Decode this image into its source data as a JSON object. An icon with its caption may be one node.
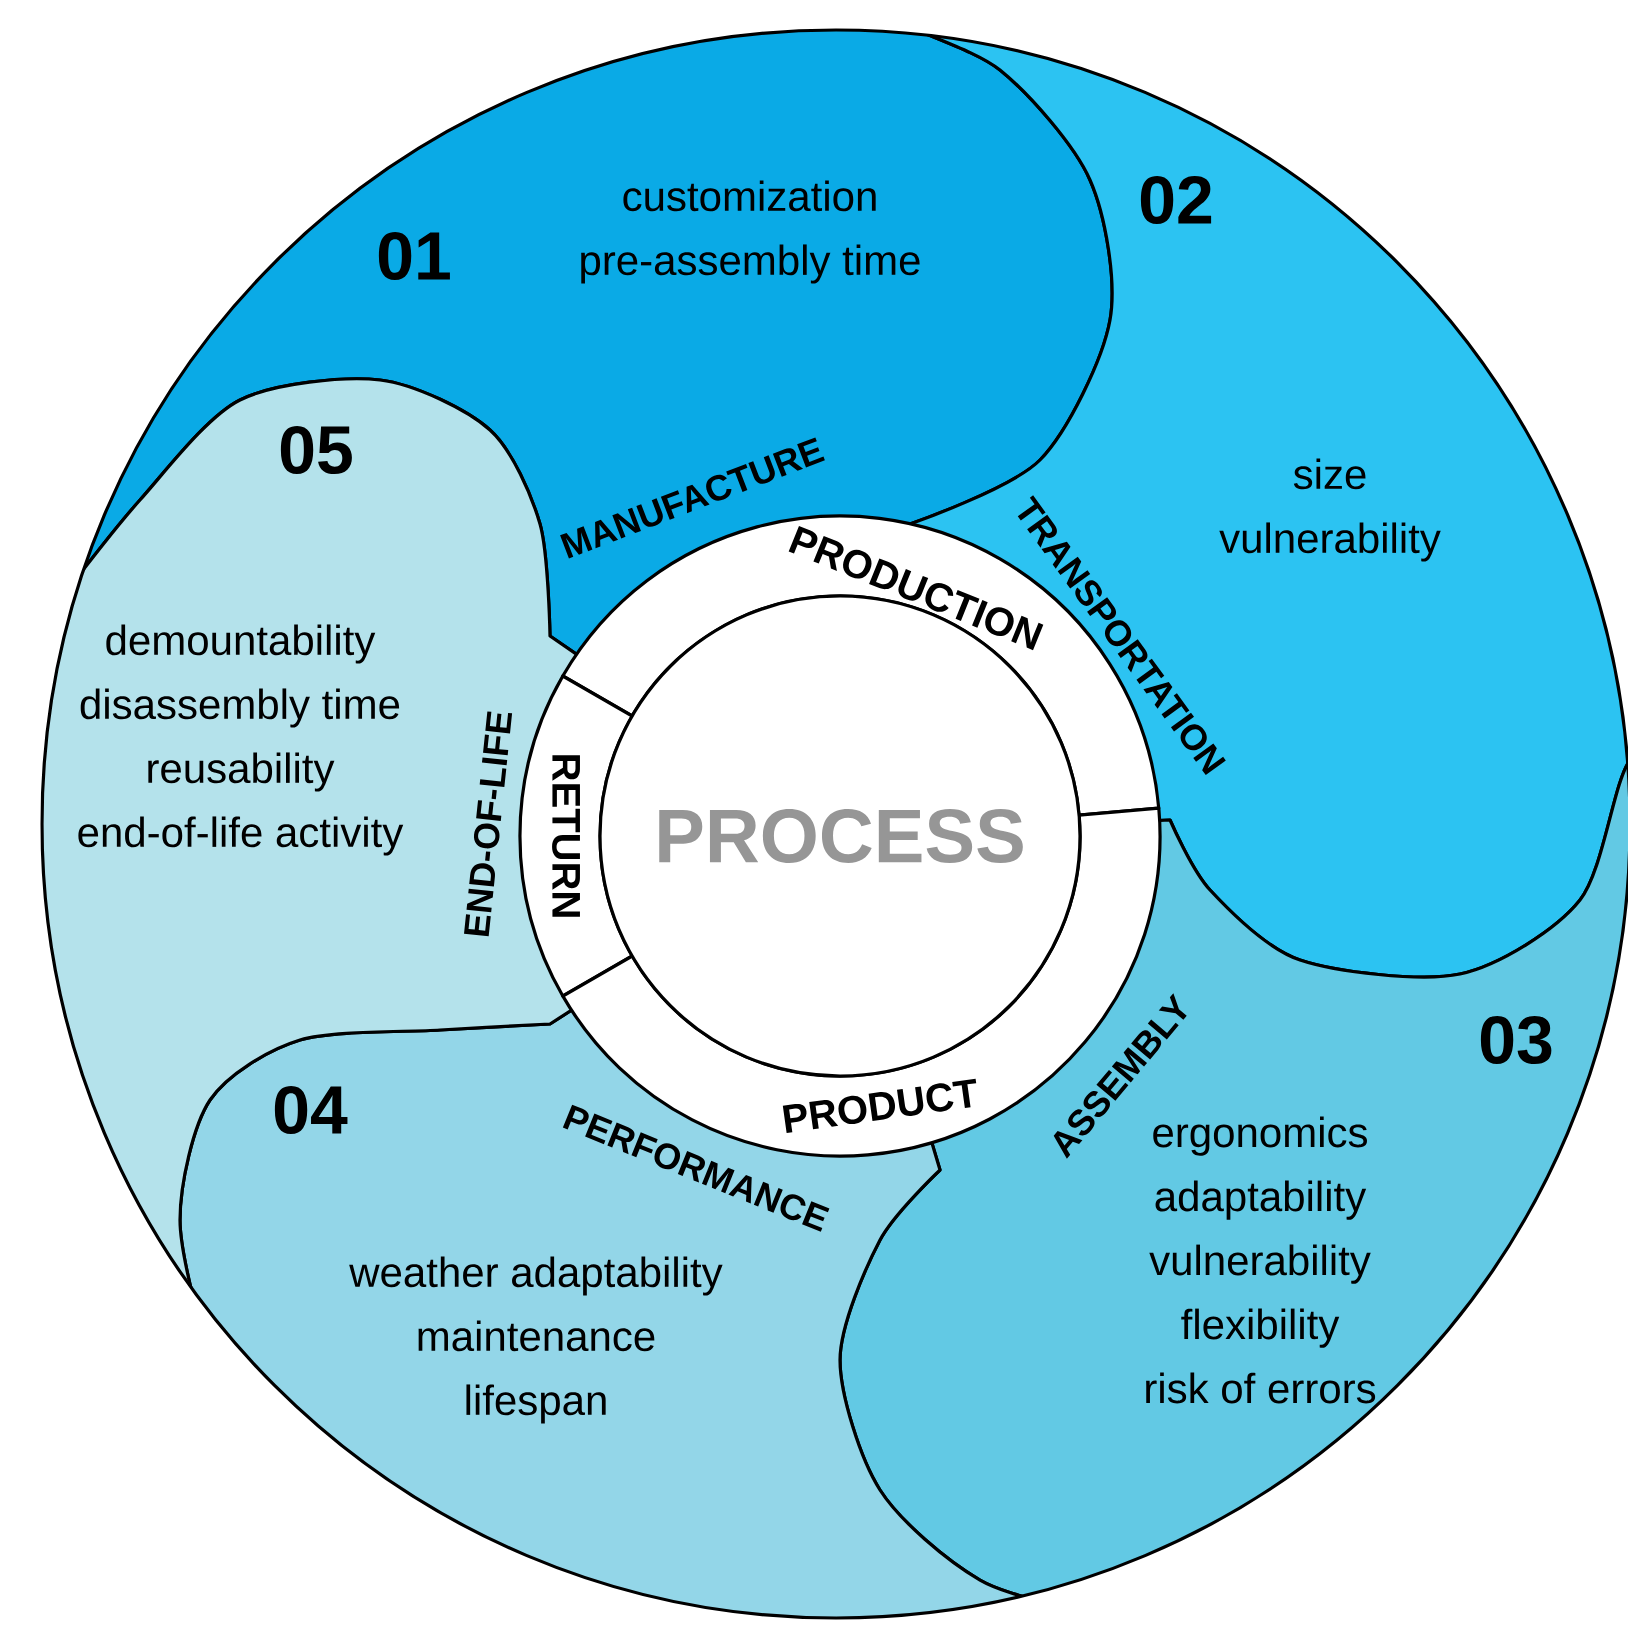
{
  "diagram": {
    "nodes": [
      {
        "text": [
          "01",
          "customization",
          "pre-assembly time",
          "MANUFACTURE"
        ]
      },
      {
        "text": [
          "02",
          "size",
          "vulnerability",
          "TRANSPORTATION"
        ]
      },
      {
        "text": [
          "03",
          "ergonomics",
          "adaptability",
          "vulnerability",
          "flexibility",
          "risk of errors",
          "ASSEMBLY"
        ]
      },
      {
        "text": [
          "04",
          "weather adaptability",
          "maintenance",
          "lifespan",
          "PERFORMANCE"
        ]
      },
      {
        "text": [
          "05",
          "demountability",
          "disassembly time",
          "reusability",
          "end-of-life activity",
          "END-OF-LIFE"
        ]
      },
      {
        "text": [
          "PRODUCTION"
        ]
      },
      {
        "text": [
          "RETURN"
        ]
      },
      {
        "text": [
          "PRODUCT"
        ]
      },
      {
        "text": [
          "PROCESS"
        ]
      }
    ]
  }
}
